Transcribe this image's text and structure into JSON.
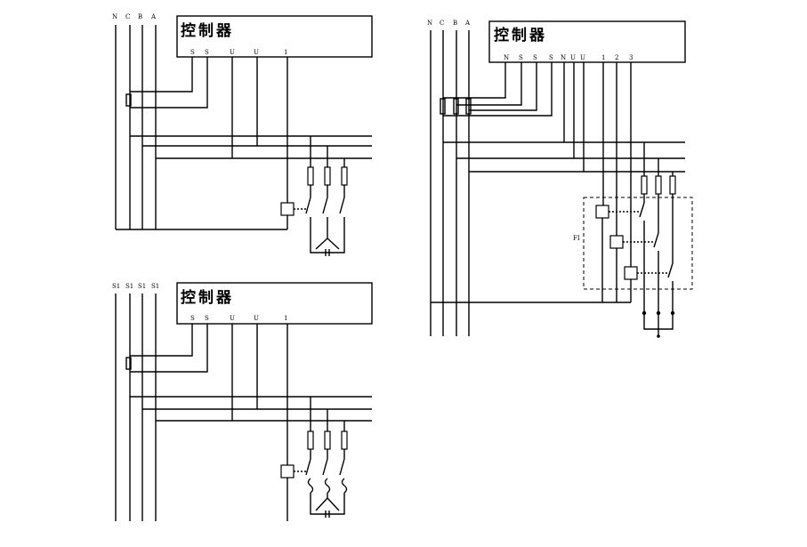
{
  "diagram_a": {
    "title": "控制器",
    "buses": [
      "N",
      "C",
      "B",
      "A"
    ],
    "terminals": [
      "S",
      "S",
      "U",
      "U",
      "1"
    ]
  },
  "diagram_b": {
    "title": "控制器",
    "buses": [
      "S1",
      "S1",
      "S1",
      "S1"
    ],
    "terminals": [
      "S",
      "S",
      "U",
      "U",
      "1"
    ]
  },
  "diagram_c": {
    "title": "控制器",
    "buses": [
      "N",
      "C",
      "B",
      "A"
    ],
    "terminals": [
      "N",
      "S",
      "S",
      "S",
      "N",
      "U",
      "U",
      "1",
      "2",
      "3"
    ],
    "fr_label": "FI"
  }
}
